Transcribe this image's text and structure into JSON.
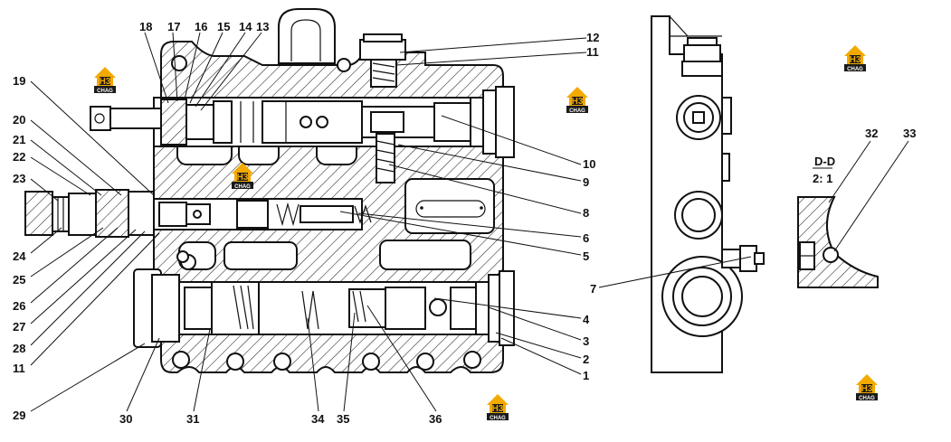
{
  "diagram": {
    "callouts_left_top": [
      "18",
      "17",
      "16",
      "15",
      "14",
      "13"
    ],
    "callouts_right_top": [
      "12",
      "11"
    ],
    "callouts_left_side": [
      "19",
      "20",
      "21",
      "22",
      "23"
    ],
    "callouts_left_lower": [
      "24",
      "25",
      "26",
      "27",
      "28",
      "11"
    ],
    "callouts_right_side": [
      "10",
      "9",
      "8",
      "6",
      "5"
    ],
    "callouts_right_lower": [
      "4",
      "3",
      "2",
      "1"
    ],
    "callouts_bottom": [
      "29",
      "30",
      "31",
      "34",
      "35",
      "36"
    ],
    "callout_side_view": "7",
    "detail": {
      "title": "D-D",
      "scale": "2: 1",
      "callouts": [
        "32",
        "33"
      ]
    }
  },
  "watermark": {
    "logo_top": "H3",
    "logo_bottom": "CHAG",
    "accent": "#f2a900",
    "dark": "#1a1a1a"
  }
}
